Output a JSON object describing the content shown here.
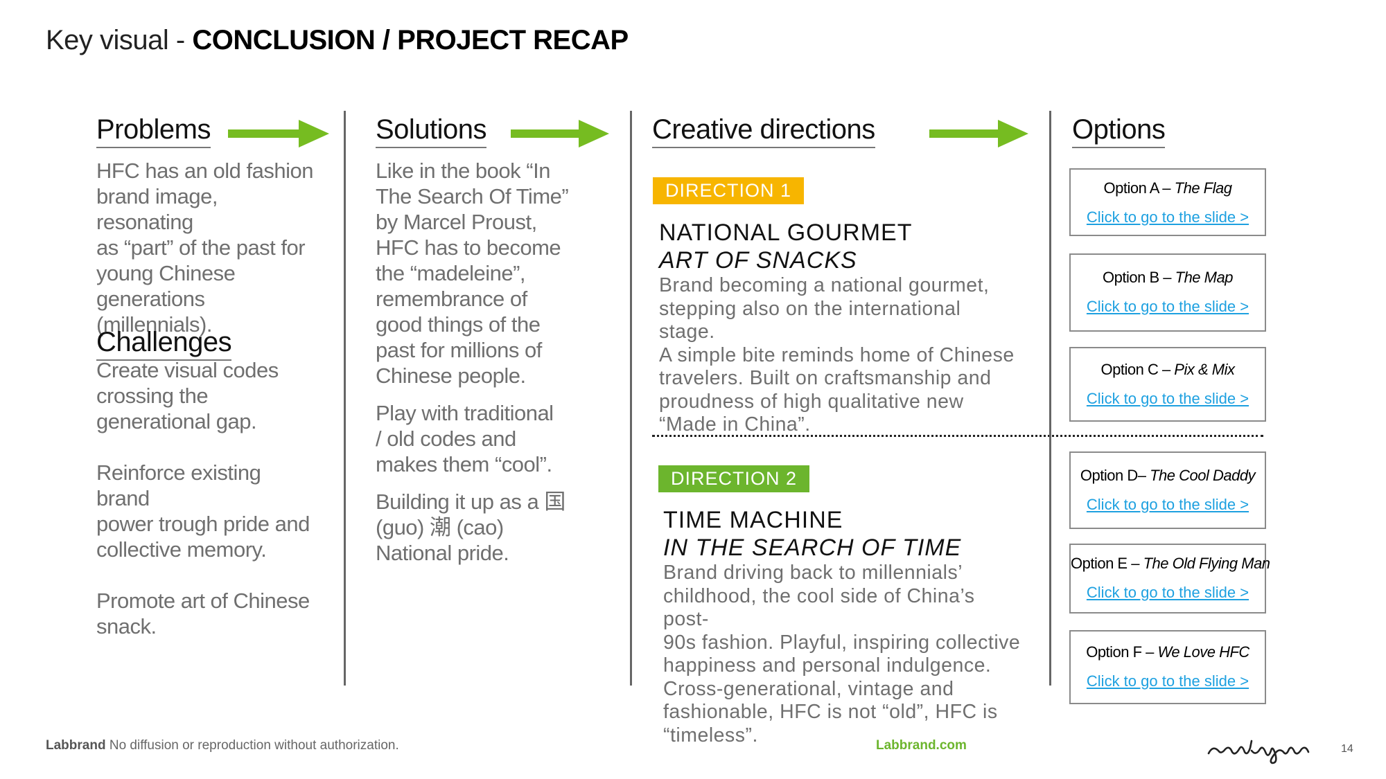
{
  "title": {
    "prefix": "Key visual - ",
    "main": "CONCLUSION / PROJECT RECAP"
  },
  "colors": {
    "accent_green": "#76bc21",
    "direction1_tag": "#f7b500",
    "direction2_tag": "#6cb52d",
    "link": "#1da0e0"
  },
  "problems": {
    "heading": "Problems",
    "lines": [
      "HFC has an old fashion",
      "brand image, resonating",
      "as “part” of the past for",
      "young Chinese",
      "generations (millennials)."
    ]
  },
  "challenges": {
    "heading": "Challenges",
    "p1": [
      "Create visual codes",
      "crossing the",
      "generational gap."
    ],
    "p2": [
      "Reinforce existing brand",
      "power trough pride and",
      "collective memory."
    ],
    "p3": [
      "Promote art of Chinese",
      "snack."
    ]
  },
  "solutions": {
    "heading": "Solutions",
    "p1": [
      "Like in the book “In",
      "The Search Of Time”",
      "by Marcel Proust,",
      "HFC has to become",
      "the “madeleine”,",
      "remembrance of",
      "good things of the",
      "past for millions of",
      "Chinese people."
    ],
    "p2": [
      "Play with traditional",
      "/ old codes and",
      "makes them “cool”."
    ],
    "p3": [
      "Building it up as a 国",
      "(guo) 潮 (cao)",
      "National pride."
    ]
  },
  "creative": {
    "heading": "Creative directions",
    "d1": {
      "tag": "DIRECTION 1",
      "title": "NATIONAL GOURMET",
      "subtitle": "ART OF SNACKS",
      "lines": [
        "Brand becoming a national gourmet,",
        "stepping also on the international stage.",
        "A simple bite reminds home of Chinese",
        "travelers. Built on craftsmanship and",
        "proudness of high qualitative new",
        "“Made in China”."
      ]
    },
    "d2": {
      "tag": "DIRECTION 2",
      "title": "TIME MACHINE",
      "subtitle": "IN THE SEARCH OF TIME",
      "lines": [
        "Brand driving back to millennials’",
        "childhood, the cool side of China’s post-",
        "90s fashion. Playful, inspiring collective",
        "happiness and personal indulgence.",
        "Cross-generational, vintage and",
        "fashionable, HFC is not “old”, HFC is",
        "“timeless”."
      ]
    }
  },
  "options": {
    "heading": "Options",
    "items": [
      {
        "label": "Option A – ",
        "name": "The Flag",
        "link": "Click to go to the slide >"
      },
      {
        "label": "Option B – ",
        "name": "The Map",
        "link": "Click to go to the slide >"
      },
      {
        "label": "Option C – ",
        "name": "Pix & Mix",
        "link": "Click to go to the slide >"
      },
      {
        "label": "Option D– ",
        "name": "The Cool Daddy",
        "link": "Click to go to the slide >"
      },
      {
        "label": "Option E – ",
        "name": "The Old Flying Man",
        "link": "Click to go to the slide >"
      },
      {
        "label": "Option F – ",
        "name": "We Love HFC",
        "link": "Click to go to the slide >"
      }
    ]
  },
  "footer": {
    "brand": "Labbrand",
    "notice": " No diffusion or reproduction without authorization.",
    "site": "Labbrand.com",
    "signature": "raulignac",
    "page": "14"
  }
}
